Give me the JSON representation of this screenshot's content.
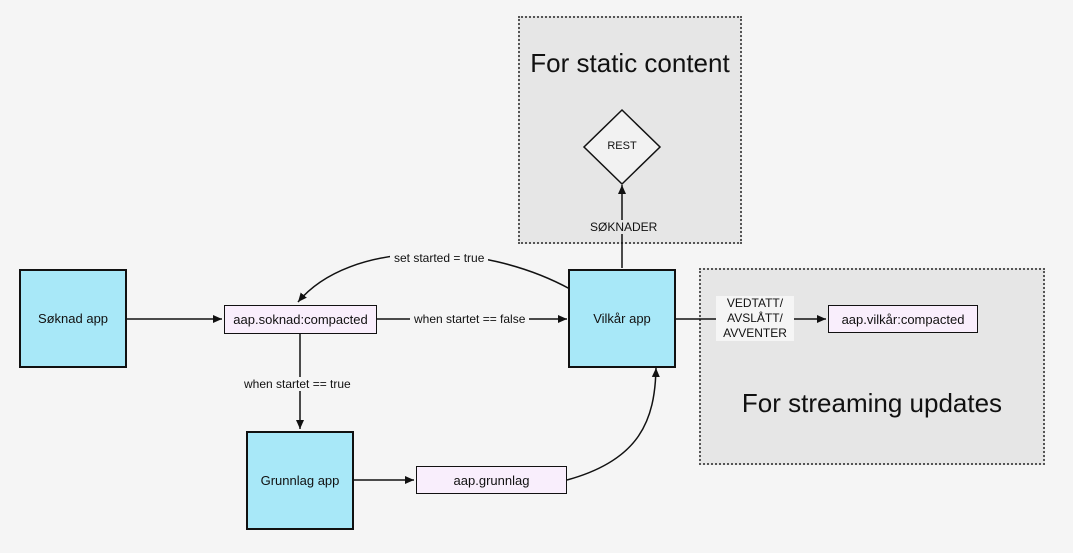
{
  "regions": {
    "static_title": "For static content",
    "streaming_title": "For streaming updates"
  },
  "apps": {
    "soknad": "Søknad app",
    "vilkar": "Vilkår app",
    "grunnlag": "Grunnlag app"
  },
  "topics": {
    "soknad_compacted": "aap.soknad:compacted",
    "vilkar_compacted": "aap.vilkår:compacted",
    "grunnlag": "aap.grunnlag"
  },
  "rest": "REST",
  "edge_labels": {
    "set_started": "set started = true",
    "when_false": "when startet == false",
    "when_true": "when startet == true",
    "soknader": "SØKNADER",
    "vedtatt": "VEDTATT/",
    "avslatt": "AVSLÅTT/",
    "avventer": "AVVENTER"
  },
  "colors": {
    "app_fill": "#a8e8f8",
    "topic_fill": "#f9eefc",
    "region_fill": "#e6e6e6"
  }
}
